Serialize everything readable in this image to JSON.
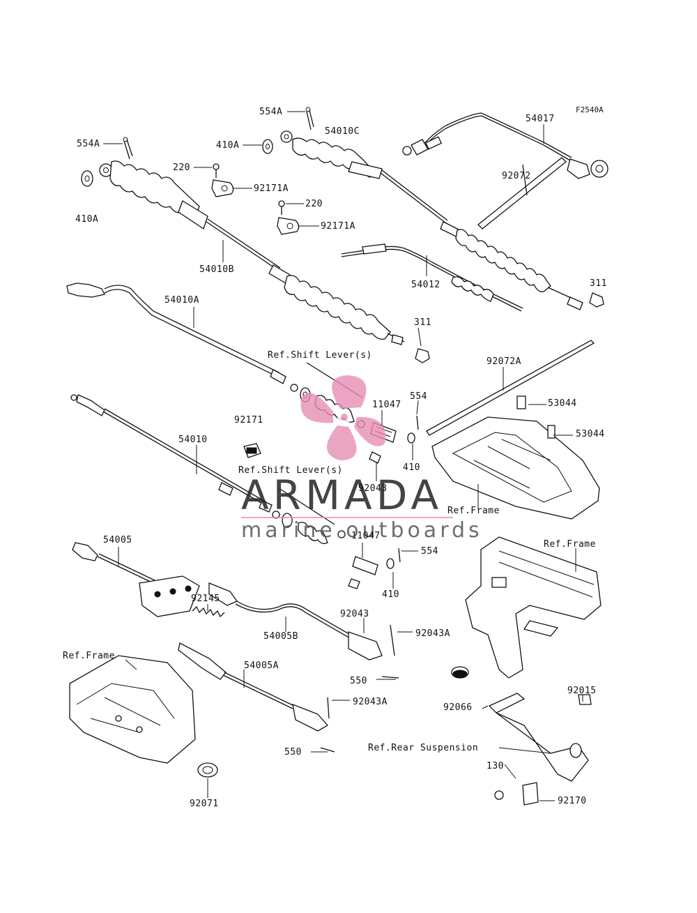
{
  "figure_code": "F2540A",
  "labels": {
    "l554A_top": "554A",
    "l54010C": "54010C",
    "l54017": "54017",
    "l410A_top": "410A",
    "l554A_left": "554A",
    "l220_a": "220",
    "l92171A_a": "92171A",
    "l220_b": "220",
    "l92171A_b": "92171A",
    "l410A_left": "410A",
    "l92072": "92072",
    "l54010B": "54010B",
    "l54012": "54012",
    "l311_right": "311",
    "l54010A": "54010A",
    "l311_mid": "311",
    "ref_shift_1": "Ref.Shift Lever(s)",
    "l92072A": "92072A",
    "l11047_a": "11047",
    "l554_a": "554",
    "l53044_a": "53044",
    "l92171": "92171",
    "l53044_b": "53044",
    "l54010": "54010",
    "l410_a": "410",
    "ref_shift_2": "Ref.Shift Lever(s)",
    "l92043_a": "92043",
    "ref_frame_1": "Ref.Frame",
    "l54005": "54005",
    "l11047_b": "11047",
    "l554_b": "554",
    "ref_frame_2": "Ref.Frame",
    "l410_b": "410",
    "l92145": "92145",
    "l92043_b": "92043",
    "l54005B": "54005B",
    "l92043A_a": "92043A",
    "ref_frame_3": "Ref.Frame",
    "l54005A": "54005A",
    "l550_a": "550",
    "l92043A_b": "92043A",
    "l92015": "92015",
    "l92066": "92066",
    "l550_b": "550",
    "ref_rear_susp": "Ref.Rear Suspension",
    "l130": "130",
    "l92170": "92170",
    "l92071": "92071"
  },
  "watermark": {
    "brand": "ARMADA",
    "tagline": "marine outboards",
    "logo_color": "#e78fb3"
  }
}
